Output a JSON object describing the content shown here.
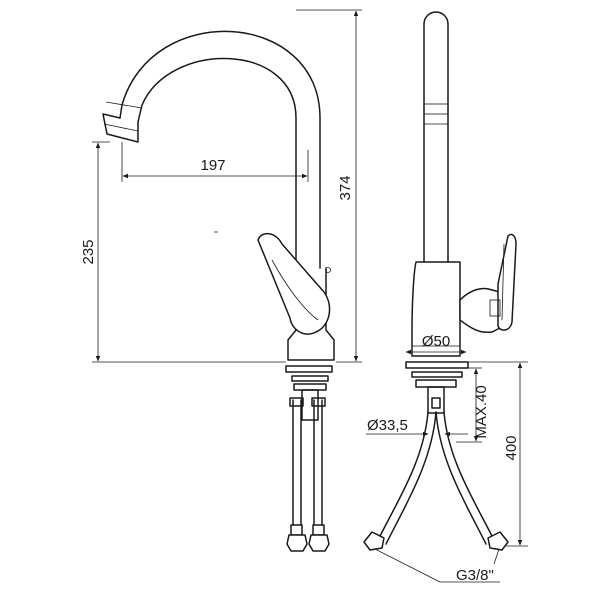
{
  "drawing": {
    "colors": {
      "line": "#1a1a1a",
      "background": "#ffffff"
    },
    "dimensions": {
      "spout_reach": "197",
      "total_height": "374",
      "spout_height": "235",
      "base_diameter": "Ø50",
      "hole_diameter": "Ø33,5",
      "max_thickness": "MAX.40",
      "hose_length": "400",
      "thread": "G3/8\""
    }
  }
}
